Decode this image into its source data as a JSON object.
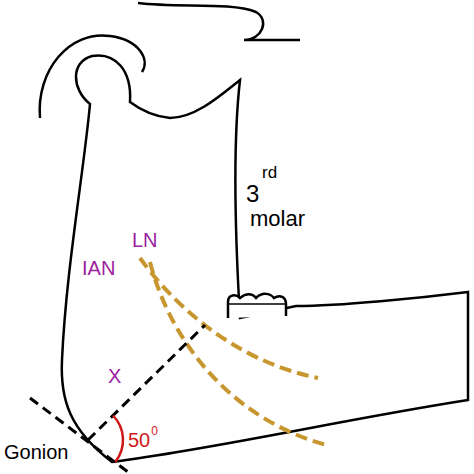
{
  "diagram": {
    "labels": [
      "LN",
      "IAN",
      "3",
      "rd",
      "molar",
      "X",
      "Gonion",
      "50",
      "0"
    ]
  }
}
